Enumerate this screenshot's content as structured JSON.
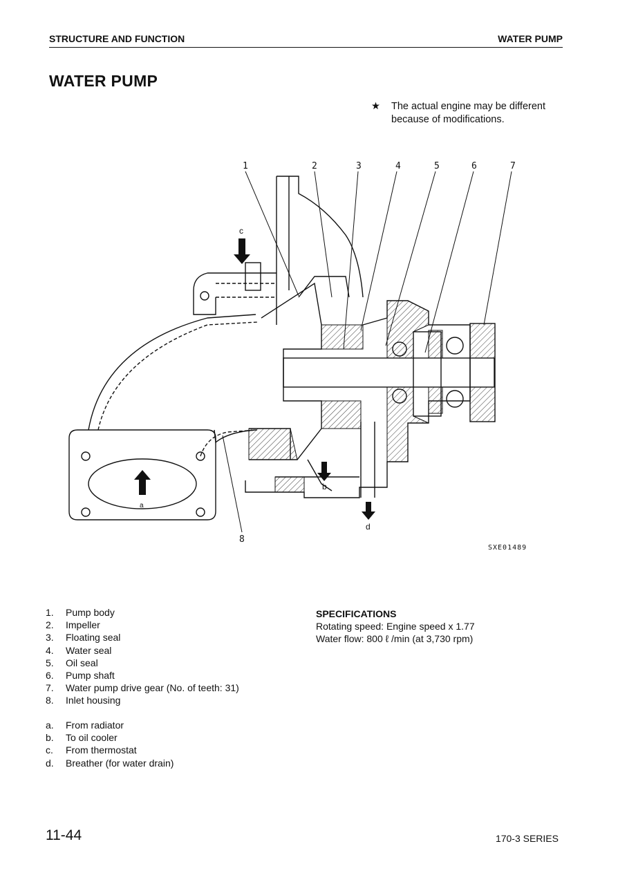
{
  "header": {
    "left": "STRUCTURE AND FUNCTION",
    "right": "WATER PUMP"
  },
  "title": "WATER PUMP",
  "note": {
    "symbol": "★",
    "text": "The actual engine may be different because of modifications."
  },
  "figure": {
    "callouts": [
      "1",
      "2",
      "3",
      "4",
      "5",
      "6",
      "7",
      "8"
    ],
    "flow_labels": [
      "a",
      "b",
      "c",
      "d"
    ],
    "code": "SXE01489"
  },
  "parts": [
    {
      "num": "1.",
      "label": "Pump body"
    },
    {
      "num": "2.",
      "label": "Impeller"
    },
    {
      "num": "3.",
      "label": "Floating seal"
    },
    {
      "num": "4.",
      "label": "Water seal"
    },
    {
      "num": "5.",
      "label": "Oil seal"
    },
    {
      "num": "6.",
      "label": "Pump shaft"
    },
    {
      "num": "7.",
      "label": "Water pump drive gear (No. of teeth: 31)"
    },
    {
      "num": "8.",
      "label": "Inlet housing"
    }
  ],
  "flows": [
    {
      "num": "a.",
      "label": "From  radiator"
    },
    {
      "num": "b.",
      "label": "To oil cooler"
    },
    {
      "num": "c.",
      "label": "From thermostat"
    },
    {
      "num": "d.",
      "label": "Breather (for water drain)"
    }
  ],
  "specifications": {
    "heading": "SPECIFICATIONS",
    "lines": [
      "Rotating speed: Engine speed x 1.77",
      "Water flow: 800  ℓ /min (at 3,730 rpm)"
    ]
  },
  "footer": {
    "page": "11-44",
    "series": "170-3 SERIES"
  }
}
